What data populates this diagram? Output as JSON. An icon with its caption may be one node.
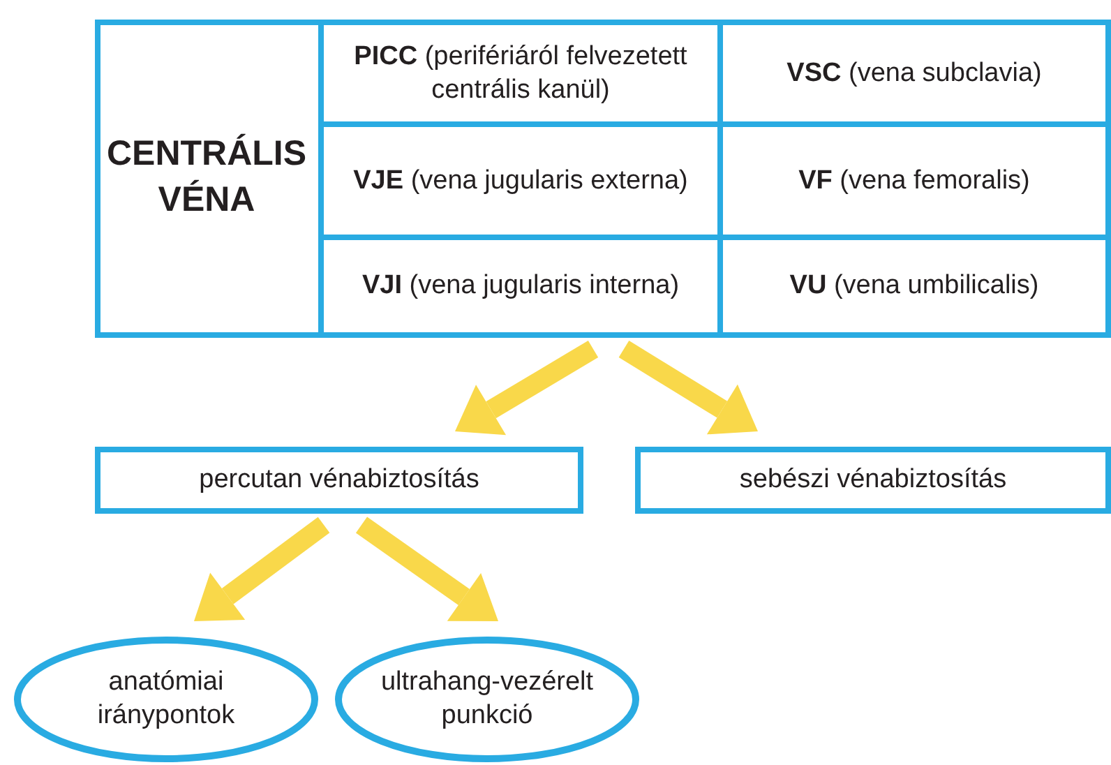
{
  "diagram": {
    "nodes": [
      {
        "text": [
          "CENTRÁLIS VÉNA"
        ]
      },
      {
        "text": [
          "**PICC** (perifériáról felvezetett centrális kanül)"
        ],
        "in": 0
      },
      {
        "text": [
          "**VSC** (vena subclavia)"
        ],
        "in": 0
      },
      {
        "text": [
          "**VJE** (vena jugularis externa)"
        ],
        "in": 0
      },
      {
        "text": [
          "**VF** (vena femoralis)"
        ],
        "in": 0
      },
      {
        "text": [
          "**VJI** (vena jugularis interna)"
        ],
        "in": 0
      },
      {
        "text": [
          "**VU** (vena umbilicalis)"
        ],
        "in": 0
      },
      {
        "text": [
          "percutan vénabiztosítás"
        ]
      },
      {
        "text": [
          "sebészi vénabiztosítás"
        ]
      },
      {
        "text": [
          "anatómiai iránypontok"
        ]
      },
      {
        "text": [
          "ultrahang-vezérelt punkció"
        ]
      }
    ],
    "edges": [
      {
        "from": 0,
        "to": 7,
        "arrow": "to"
      },
      {
        "from": 0,
        "to": 8,
        "arrow": "to"
      },
      {
        "from": 7,
        "to": 9,
        "arrow": "to"
      },
      {
        "from": 7,
        "to": 10,
        "arrow": "to"
      }
    ]
  }
}
